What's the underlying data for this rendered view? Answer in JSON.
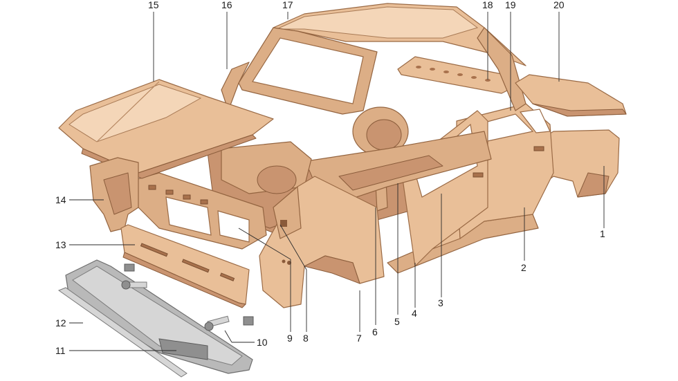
{
  "diagram": {
    "callouts": [
      {
        "id": "1",
        "label": "1"
      },
      {
        "id": "2",
        "label": "2"
      },
      {
        "id": "3",
        "label": "3"
      },
      {
        "id": "4",
        "label": "4"
      },
      {
        "id": "5",
        "label": "5"
      },
      {
        "id": "6",
        "label": "6"
      },
      {
        "id": "7",
        "label": "7"
      },
      {
        "id": "8",
        "label": "8"
      },
      {
        "id": "9",
        "label": "9"
      },
      {
        "id": "10",
        "label": "10"
      },
      {
        "id": "11",
        "label": "11"
      },
      {
        "id": "12",
        "label": "12"
      },
      {
        "id": "13",
        "label": "13"
      },
      {
        "id": "14",
        "label": "14"
      },
      {
        "id": "15",
        "label": "15"
      },
      {
        "id": "16",
        "label": "16"
      },
      {
        "id": "17",
        "label": "17"
      },
      {
        "id": "18",
        "label": "18"
      },
      {
        "id": "19",
        "label": "19"
      },
      {
        "id": "20",
        "label": "20"
      }
    ],
    "colors": {
      "body_panel": "#e9bf98",
      "body_shadow": "#c99470",
      "bumper_metal": "#b9b9b9",
      "leader_line": "#2a2a2a",
      "background": "#ffffff"
    }
  }
}
